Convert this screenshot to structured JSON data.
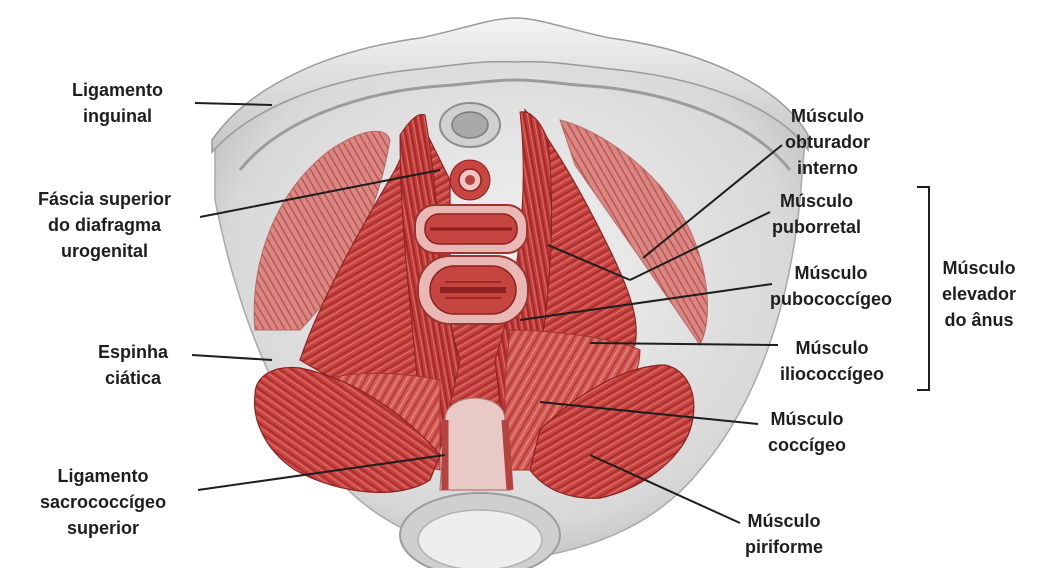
{
  "labels": {
    "ligamento_inguinal": [
      "Ligamento",
      "inguinal"
    ],
    "fascia_superior": [
      "Fáscia superior",
      "do diafragma",
      "urogenital"
    ],
    "espinha_ciatica": [
      "Espinha",
      "ciática"
    ],
    "ligamento_sacrococcigeo": [
      "Ligamento",
      "sacrococcígeo",
      "superior"
    ],
    "musculo_obturador": [
      "Músculo",
      "obturador",
      "interno"
    ],
    "musculo_puborretal": [
      "Músculo",
      "puborretal"
    ],
    "musculo_pubococcigeo": [
      "Músculo",
      "pubococcígeo"
    ],
    "musculo_iliococcigeo": [
      "Músculo",
      "iliococcígeo"
    ],
    "musculo_coccigeo": [
      "Músculo",
      "coccígeo"
    ],
    "musculo_piriforme": [
      "Músculo",
      "piriforme"
    ],
    "musculo_elevador": [
      "Músculo",
      "elevador",
      "do ânus"
    ]
  },
  "colors": {
    "muscle": "#c63c39",
    "muscle_dark": "#9e2826",
    "muscle_light": "#d9605a",
    "bone": "#dcdcdc",
    "bone_shadow": "#b4b4b4",
    "leader_line": "#1e1e1e"
  }
}
